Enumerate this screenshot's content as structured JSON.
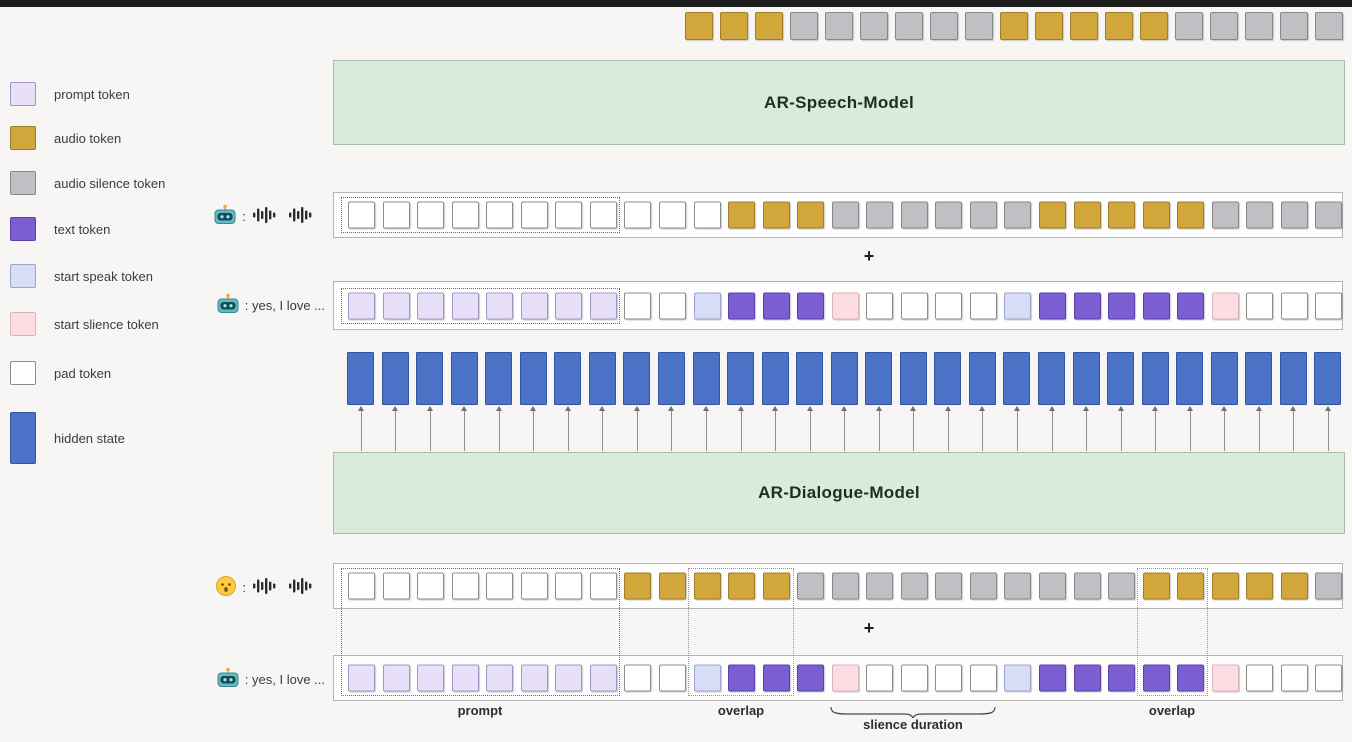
{
  "models": {
    "speech_label": "AR-Speech-Model",
    "dialogue_label": "AR-Dialogue-Model"
  },
  "legend": {
    "items": [
      {
        "label": "prompt token",
        "type": "prompt"
      },
      {
        "label": "audio token",
        "type": "audio"
      },
      {
        "label": "audio silence token",
        "type": "silence"
      },
      {
        "label": "text token",
        "type": "text"
      },
      {
        "label": "start speak token",
        "type": "speak"
      },
      {
        "label": "start slience token",
        "type": "start_silence"
      },
      {
        "label": "pad token",
        "type": "pad"
      },
      {
        "label": "hidden state",
        "type": "hidden",
        "tall": true
      }
    ]
  },
  "token_types": {
    "prompt": {
      "fill": "#e7e0f8",
      "border": "#a096c2"
    },
    "audio": {
      "fill": "#d1a73c",
      "border": "#9c7e2c"
    },
    "silence": {
      "fill": "#bec0c4",
      "border": "#85878b"
    },
    "text": {
      "fill": "#7a5ed2",
      "border": "#5a41a8"
    },
    "speak": {
      "fill": "#d7ddf5",
      "border": "#9ba4cf"
    },
    "start_silence": {
      "fill": "#fcdde2",
      "border": "#dbb3ba"
    },
    "pad": {
      "fill": "#ffffff",
      "border": "#8d8d8d"
    },
    "hidden": {
      "fill": "#4b74c9",
      "border": "#33549e"
    }
  },
  "rows": {
    "output": [
      "audio",
      "audio",
      "audio",
      "silence",
      "silence",
      "silence",
      "silence",
      "silence",
      "silence",
      "audio",
      "audio",
      "audio",
      "audio",
      "audio",
      "silence",
      "silence",
      "silence",
      "silence",
      "silence"
    ],
    "top_audio": [
      "pad",
      "pad",
      "pad",
      "pad",
      "pad",
      "pad",
      "pad",
      "pad",
      "pad",
      "pad",
      "pad",
      "audio",
      "audio",
      "audio",
      "silence",
      "silence",
      "silence",
      "silence",
      "silence",
      "silence",
      "audio",
      "audio",
      "audio",
      "audio",
      "audio",
      "silence",
      "silence",
      "silence",
      "silence"
    ],
    "top_text": [
      "prompt",
      "prompt",
      "prompt",
      "prompt",
      "prompt",
      "prompt",
      "prompt",
      "prompt",
      "pad",
      "pad",
      "speak",
      "text",
      "text",
      "text",
      "start_silence",
      "pad",
      "pad",
      "pad",
      "pad",
      "speak",
      "text",
      "text",
      "text",
      "text",
      "text",
      "start_silence",
      "pad",
      "pad",
      "pad"
    ],
    "bottom_audio": [
      "pad",
      "pad",
      "pad",
      "pad",
      "pad",
      "pad",
      "pad",
      "pad",
      "audio",
      "audio",
      "audio",
      "audio",
      "audio",
      "silence",
      "silence",
      "silence",
      "silence",
      "silence",
      "silence",
      "silence",
      "silence",
      "silence",
      "silence",
      "audio",
      "audio",
      "audio",
      "audio",
      "audio",
      "silence"
    ],
    "bottom_text": [
      "prompt",
      "prompt",
      "prompt",
      "prompt",
      "prompt",
      "prompt",
      "prompt",
      "prompt",
      "pad",
      "pad",
      "speak",
      "text",
      "text",
      "text",
      "start_silence",
      "pad",
      "pad",
      "pad",
      "pad",
      "speak",
      "text",
      "text",
      "text",
      "text",
      "text",
      "start_silence",
      "pad",
      "pad",
      "pad"
    ]
  },
  "hidden_states": {
    "count": 29
  },
  "speakers": {
    "top_audio": {
      "icon": "robot",
      "text": ":",
      "waveform": true
    },
    "top_text": {
      "icon": "robot",
      "text": ": yes, I love ..."
    },
    "bottom_audio": {
      "icon": "person",
      "text": ":",
      "waveform": true
    },
    "bottom_text": {
      "icon": "robot",
      "text": ": yes, I love ..."
    }
  },
  "plus_sign": "+",
  "annotations": {
    "prompt": "prompt",
    "overlap_left": "overlap",
    "overlap_right": "overlap",
    "silence_duration": "slience duration"
  },
  "page_colors": {
    "background": "#f7f6f4",
    "top_bar": "#1c1c1c",
    "model_box_fill": "#d9ecdb",
    "prompt_region_dotted": "#5a63b8",
    "overlap_region_dotted": "#e4717f"
  }
}
